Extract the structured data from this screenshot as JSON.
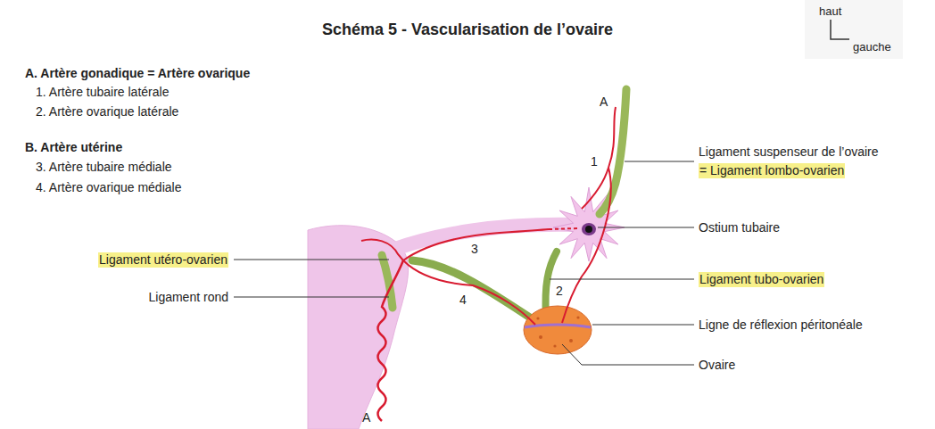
{
  "diagram": {
    "title": "Schéma 5 - Vascularisation de l’ovaire",
    "labels": [
      "haut",
      "gauche",
      "A. Artère gonadique = Artère ovarique",
      "1. Artère tubaire latérale",
      "2. Artère ovarique latérale",
      "B. Artère utérine",
      "3. Artère tubaire médiale",
      "4. Artère ovarique médiale",
      "A",
      "1",
      "Ligament suspenseur de l’ovaire",
      "= Ligament lombo-ovarien",
      "Ostium tubaire",
      "3",
      "Ligament utéro-ovarien",
      "2",
      "Ligament tubo-ovarien",
      "Ligament rond",
      "4",
      "Ligne de réflexion péritonéale",
      "Ovaire",
      "A"
    ]
  }
}
